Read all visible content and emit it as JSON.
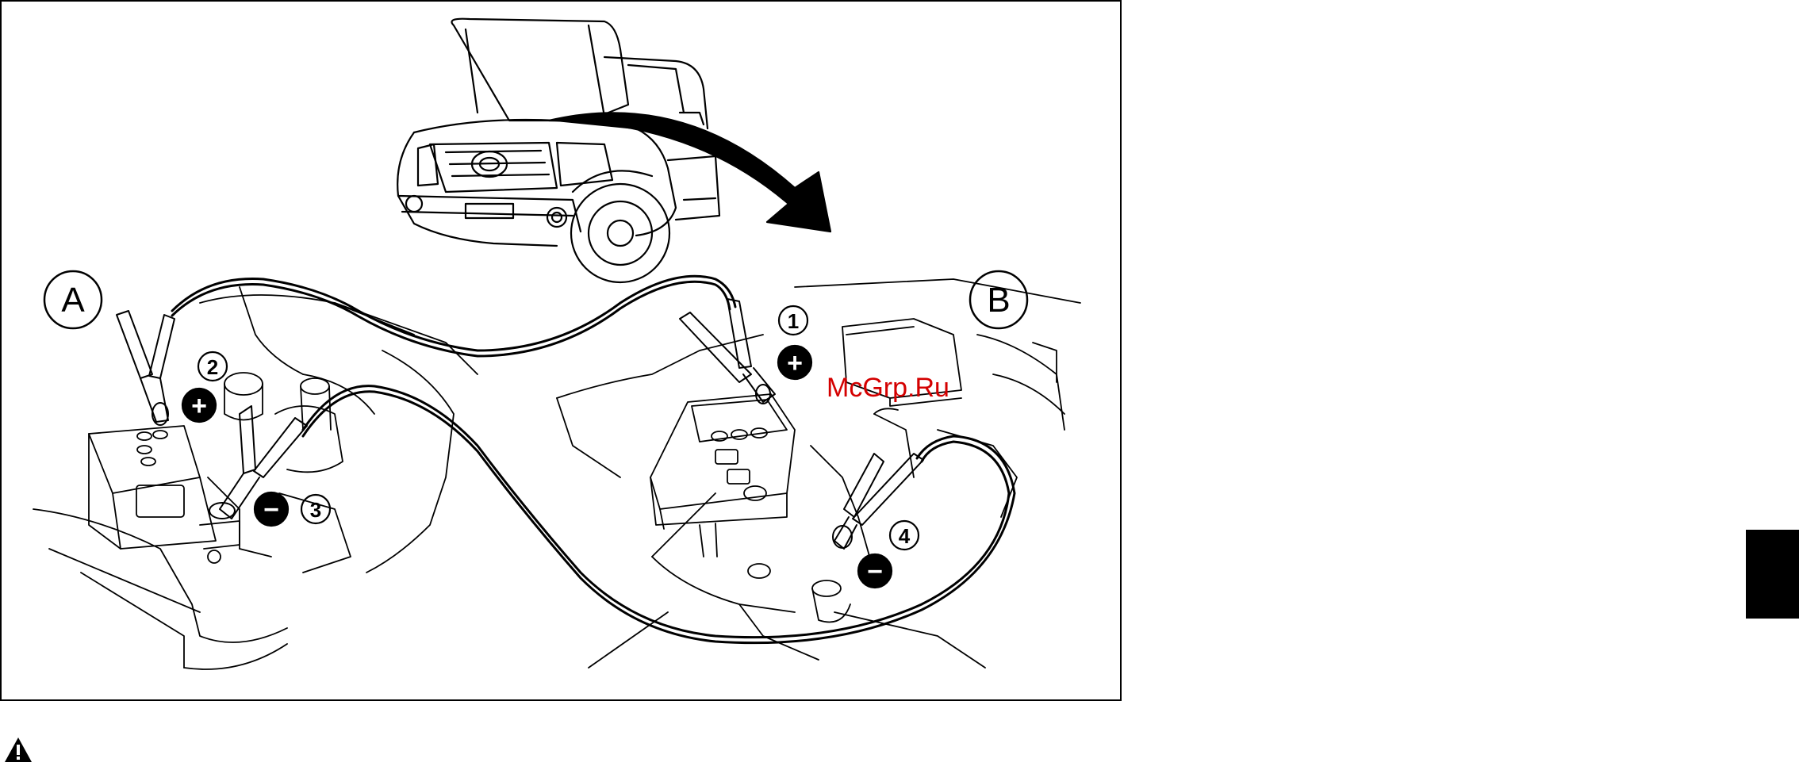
{
  "figure": {
    "labels": {
      "donor_vehicle": "A",
      "disabled_vehicle": "B"
    },
    "steps": [
      "1",
      "2",
      "3",
      "4"
    ],
    "polarity": {
      "positive": "+",
      "negative": "−"
    },
    "watermark": "McGrp.Ru",
    "watermark_color": "#d40000"
  },
  "warning": {
    "icon": "warning-triangle-icon"
  },
  "colors": {
    "ink": "#000000",
    "paper": "#ffffff"
  }
}
